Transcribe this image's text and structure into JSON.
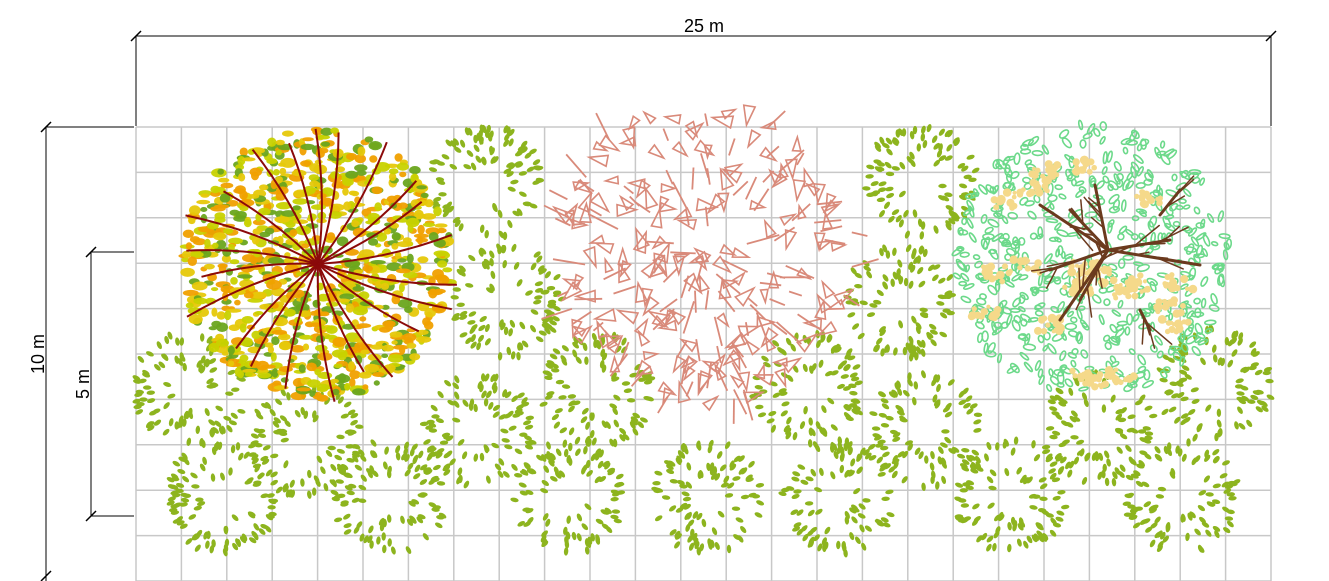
{
  "plan": {
    "width_label": "25 m",
    "height_label": "10 m",
    "half_height_label": "5 m"
  },
  "palette": {
    "grid": "#c8c8c8",
    "dimension_line": "#000000",
    "shrub": "#8db41e",
    "tree_autumn_colors": [
      "#e6c80a",
      "#6aa51e",
      "#f0a000",
      "#c8d200"
    ],
    "tree_autumn_branches": "#8b0a0a",
    "tree_pink": "#d98a7a",
    "tree_mint": "#6cd98a",
    "tree_mint_blossom": "#f5d98a",
    "tree_mint_branches": "#6b3a1e"
  },
  "plants": {
    "autumn_tree": "autumn-canopy-tree-icon",
    "pink_tree": "pink-feathered-tree-icon",
    "mint_tree": "flowering-mint-tree-icon",
    "shrub": "leafy-shrub-icon"
  }
}
